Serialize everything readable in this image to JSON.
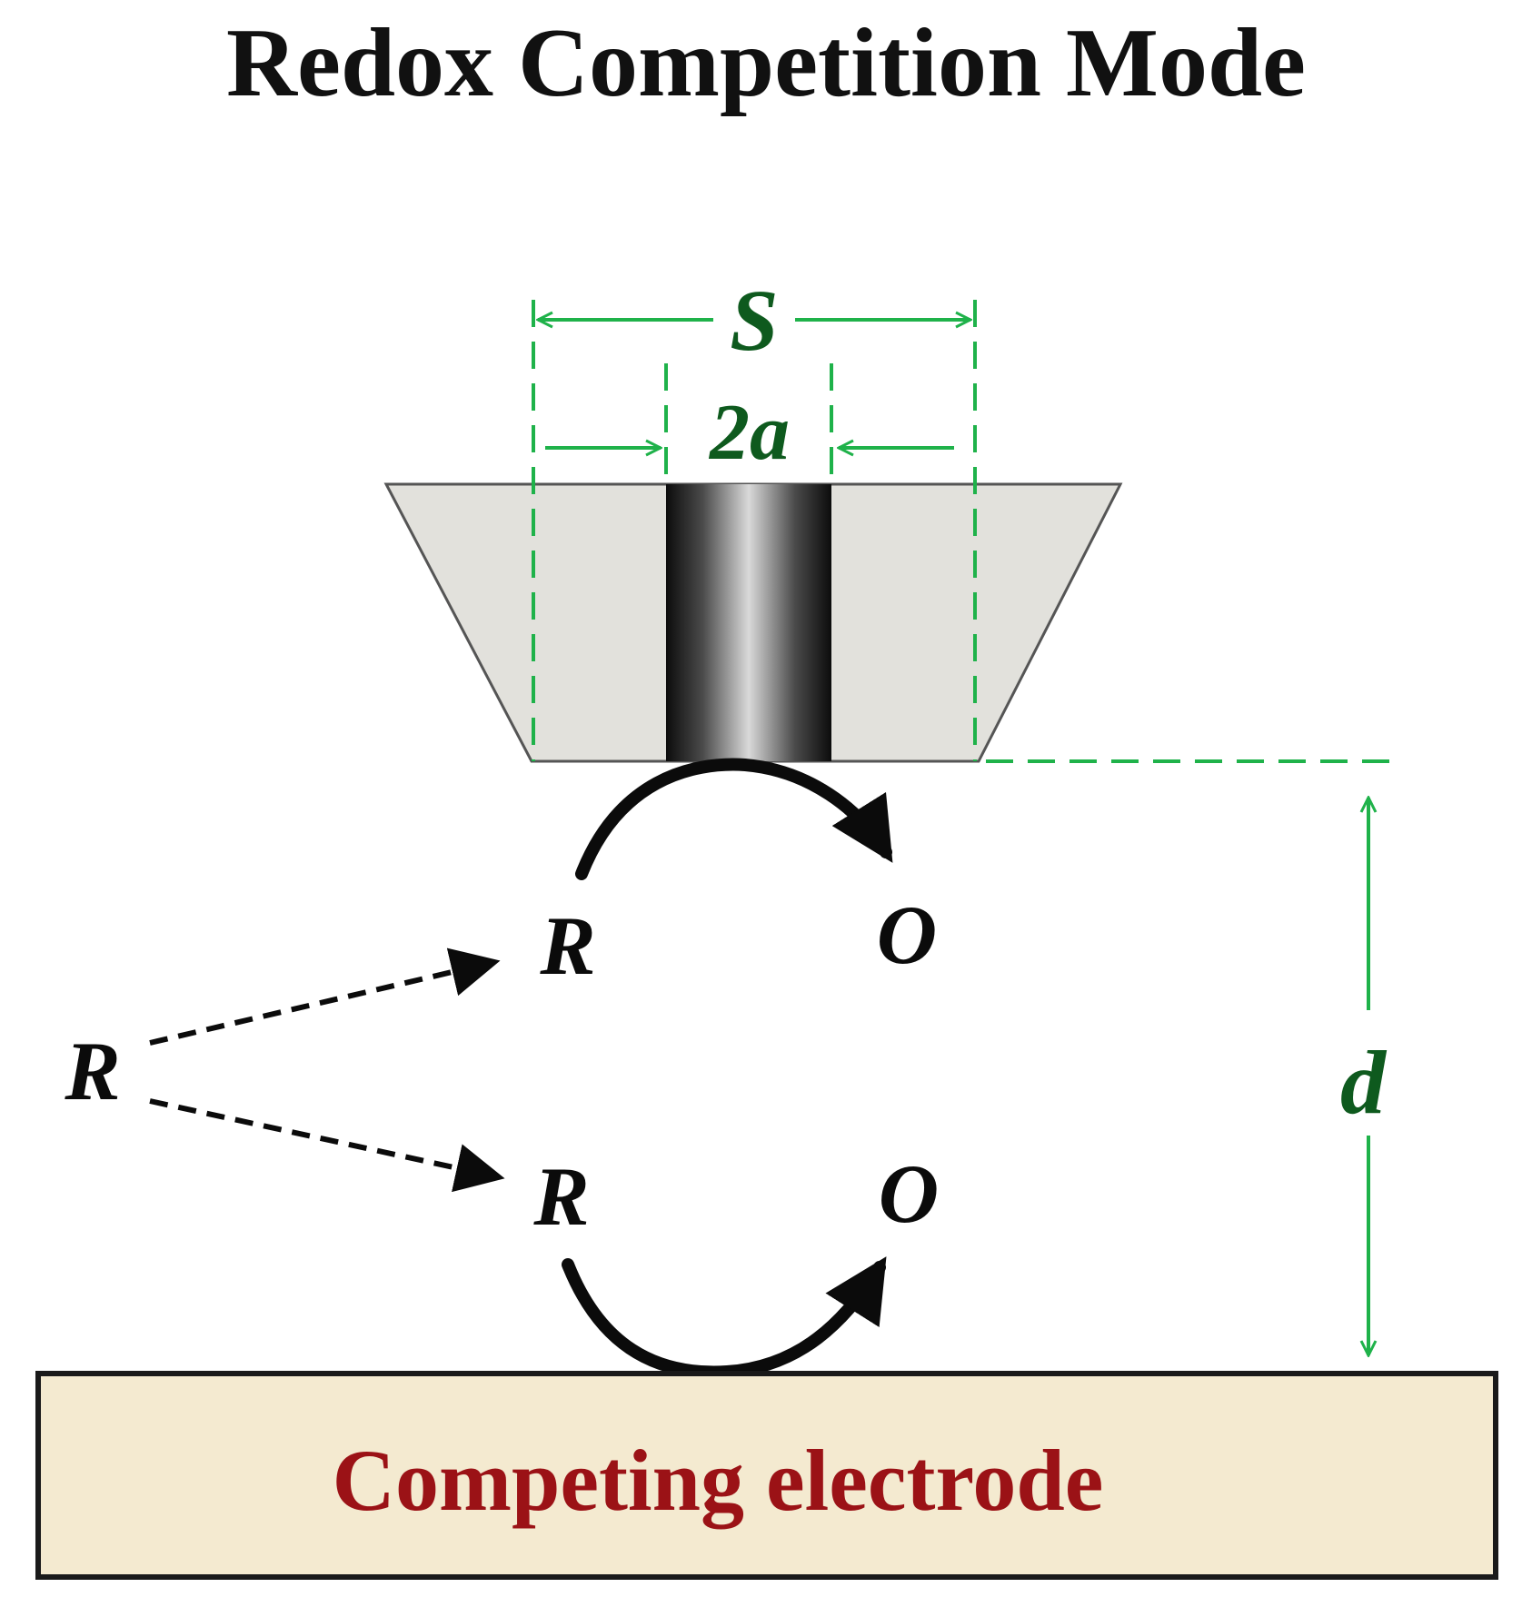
{
  "title": "Redox Competition Mode",
  "labels": {
    "spacing": "S",
    "diameter": "2a",
    "distance": "d"
  },
  "species": {
    "tip_reduced": "R",
    "tip_oxidized": "O",
    "bulk_reduced": "R",
    "substrate_reduced": "R",
    "substrate_oxidized": "O"
  },
  "substrate": {
    "label": "Competing electrode"
  },
  "colors": {
    "dimension_line": "#1fb24a",
    "dimension_text": "#0e5a1e",
    "substrate_fill": "#f4ead0",
    "substrate_text": "#9b1216",
    "insulator_fill": "#e2e1dc"
  }
}
